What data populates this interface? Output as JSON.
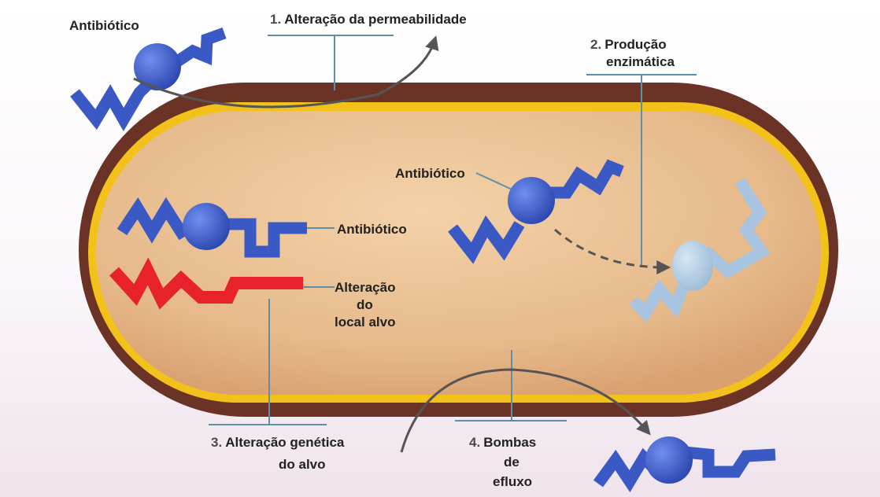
{
  "labels": {
    "antibiotic_outside": "Antibiótico",
    "mech1": {
      "number": "1.",
      "text": "Alteração da permeabilidade"
    },
    "mech2": {
      "number": "2.",
      "line1": "Produção",
      "line2": "enzimática"
    },
    "antibiotic_center": "Antibiótico",
    "antibiotic_bound": "Antibiótico",
    "target_alteration": {
      "line1": "Alteração",
      "line2": "do",
      "line3": "local alvo"
    },
    "mech3": {
      "number": "3.",
      "line1": "Alteração genética",
      "line2": "do alvo"
    },
    "mech4": {
      "number": "4.",
      "line1": "Bombas",
      "line2": "de",
      "line3": "efluxo"
    }
  },
  "colors": {
    "cell_wall": "#6b3326",
    "membrane": "#f2c21b",
    "cytoplasm": "#e6b98a",
    "antibiotic": "#3a59c4",
    "degraded_antibiotic": "#a8c4e0",
    "altered_target": "#e8222b",
    "leader_line": "#5f8fa8",
    "arrow": "#555555"
  }
}
